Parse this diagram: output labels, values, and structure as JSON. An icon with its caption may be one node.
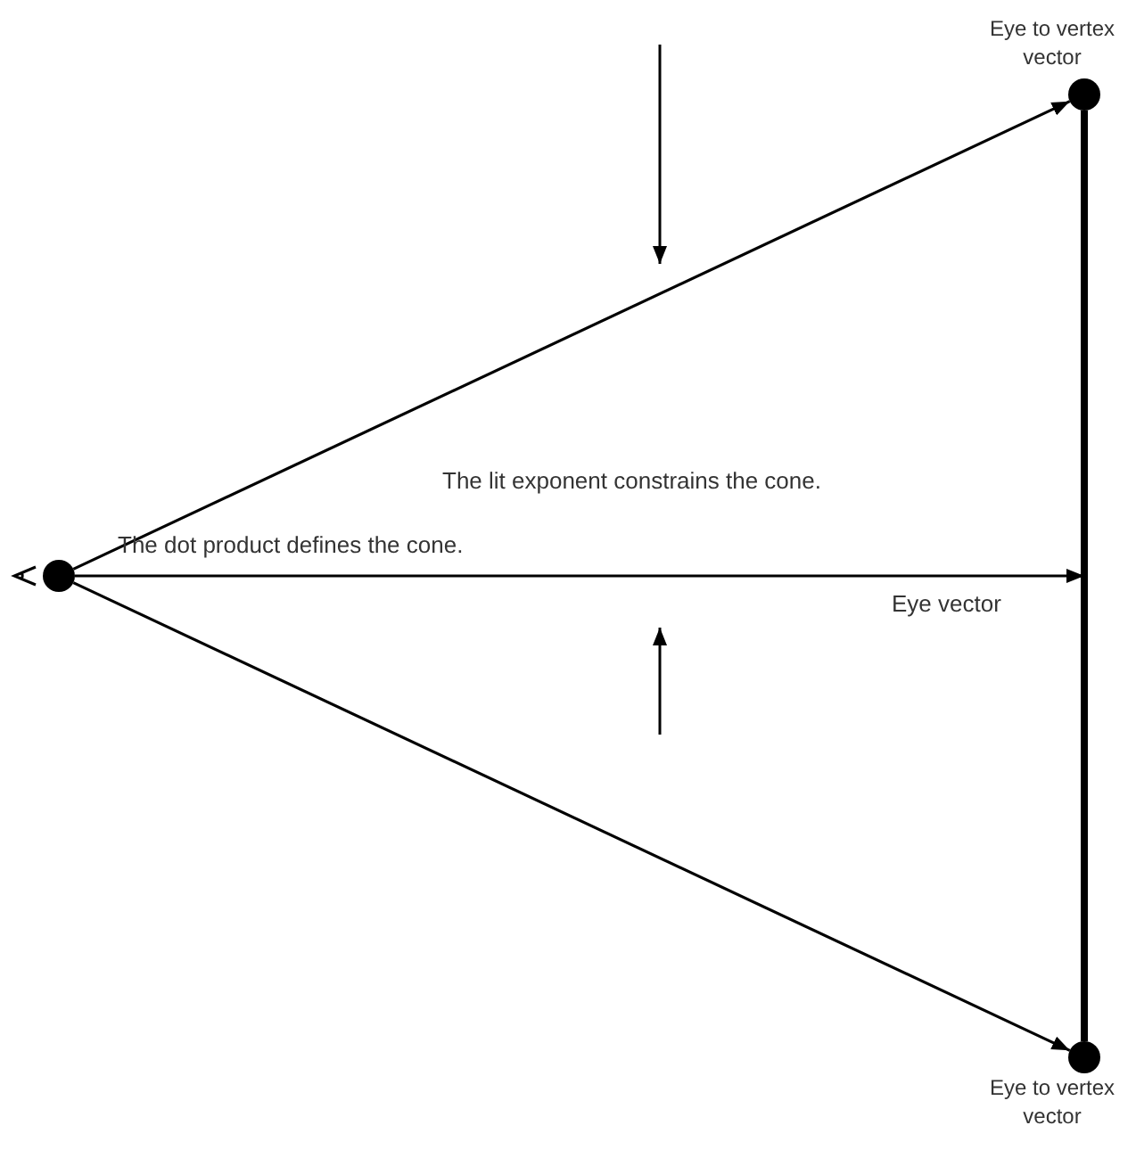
{
  "diagram": {
    "nodes": [
      {
        "text": [],
        "shape": "circle"
      },
      {
        "text": [],
        "shape": "circle",
        "beside": [
          "Eye to vertex vector"
        ]
      },
      {
        "text": [],
        "shape": "circle",
        "beside": [
          "Eye to vertex vector"
        ]
      }
    ],
    "edges": [
      {
        "from": 0,
        "to": 1,
        "arrow": "to"
      },
      {
        "from": 0,
        "to": 2,
        "arrow": "to"
      },
      {
        "from": 0,
        "to": null,
        "arrow": "to",
        "label": "Eye vector"
      },
      {
        "from": 1,
        "to": 2,
        "arrow": "none",
        "style": "thick"
      }
    ],
    "labels": [
      "The lit exponent constrains the cone.",
      "The dot product defines the cone."
    ]
  }
}
